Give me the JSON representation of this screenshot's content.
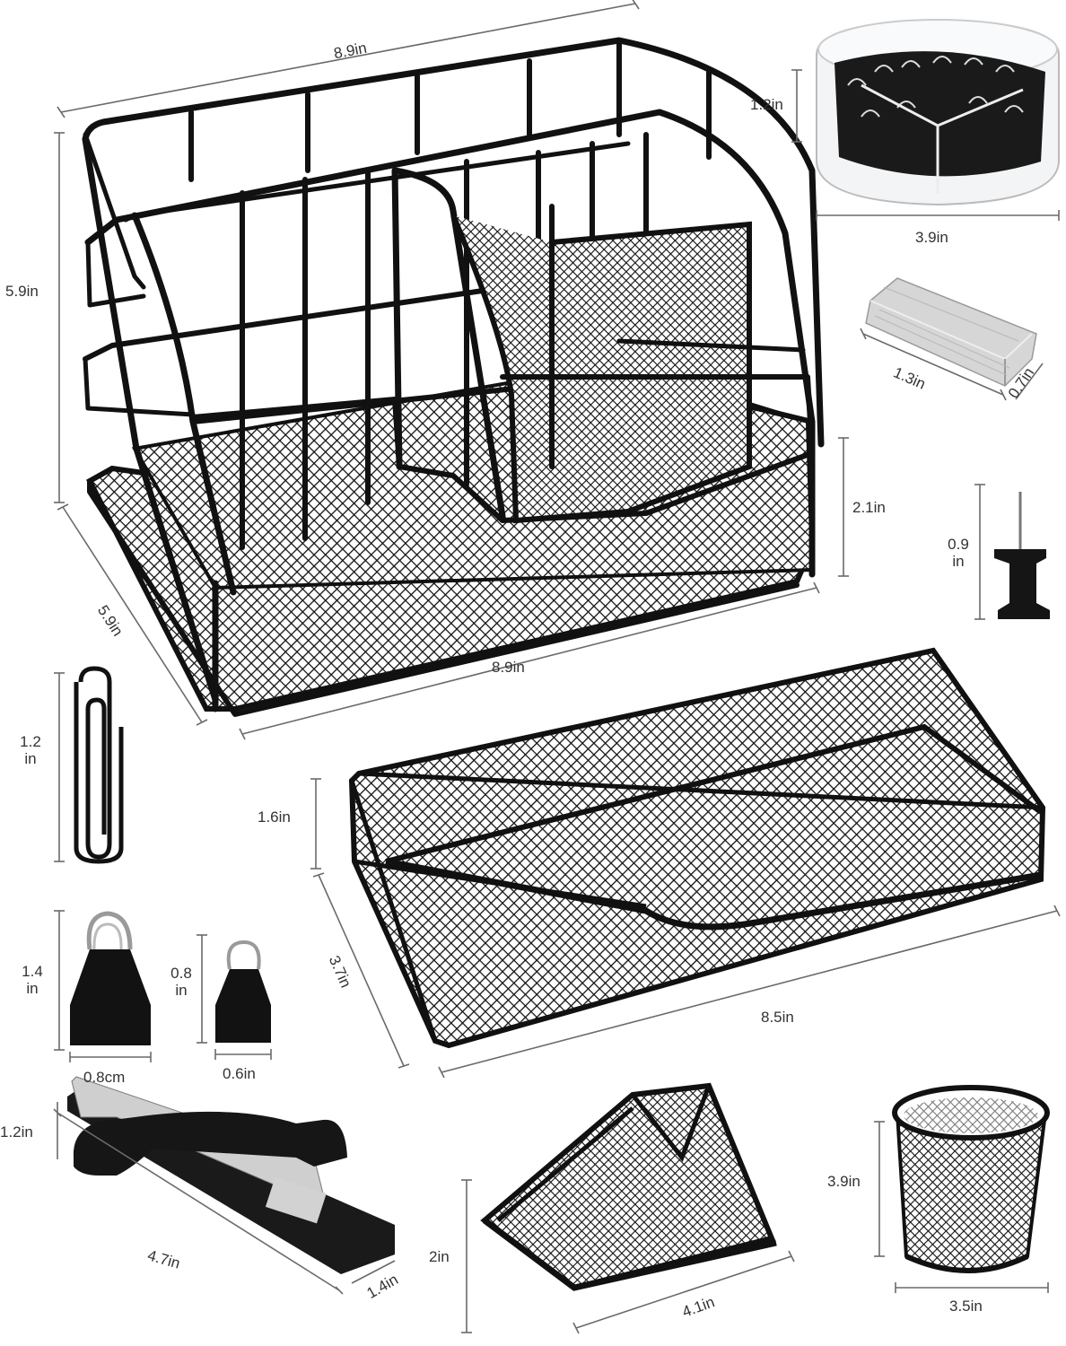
{
  "product": {
    "colors": {
      "metal": "#111111",
      "dimension_line": "#6a6a6a",
      "background": "#ffffff",
      "staple_silver": "#c8c8c8",
      "clip_box_clear": "#f2f4f5"
    }
  },
  "items": [
    {
      "name": "desk-organizer",
      "dimensions": {
        "width": "8.9in",
        "height": "5.9in",
        "depth": "5.9in",
        "base_width": "8.9in",
        "drawer_height": "2.1in"
      }
    },
    {
      "name": "binder-clip-box",
      "dimensions": {
        "height": "1.2in",
        "diameter": "3.9in"
      }
    },
    {
      "name": "staples",
      "dimensions": {
        "length": "1.3in",
        "height": "0.7in"
      }
    },
    {
      "name": "push-pin",
      "dimensions": {
        "height": "0.9 in"
      }
    },
    {
      "name": "paper-clip",
      "dimensions": {
        "length": "1.2 in"
      }
    },
    {
      "name": "mesh-drawer",
      "dimensions": {
        "height": "1.6in",
        "depth": "3.7in",
        "width": "8.5in"
      }
    },
    {
      "name": "large-binder-clip",
      "dimensions": {
        "height": "1.4 in",
        "width": "0.8cm"
      }
    },
    {
      "name": "small-binder-clip",
      "dimensions": {
        "height": "0.8 in",
        "width": "0.6in"
      }
    },
    {
      "name": "stapler",
      "dimensions": {
        "height": "1.2in",
        "length": "4.7in",
        "width": "1.4in"
      }
    },
    {
      "name": "business-card-holder",
      "dimensions": {
        "height": "2in",
        "length": "4.1in"
      }
    },
    {
      "name": "pen-cup",
      "dimensions": {
        "height": "3.9in",
        "diameter": "3.5in"
      }
    }
  ]
}
